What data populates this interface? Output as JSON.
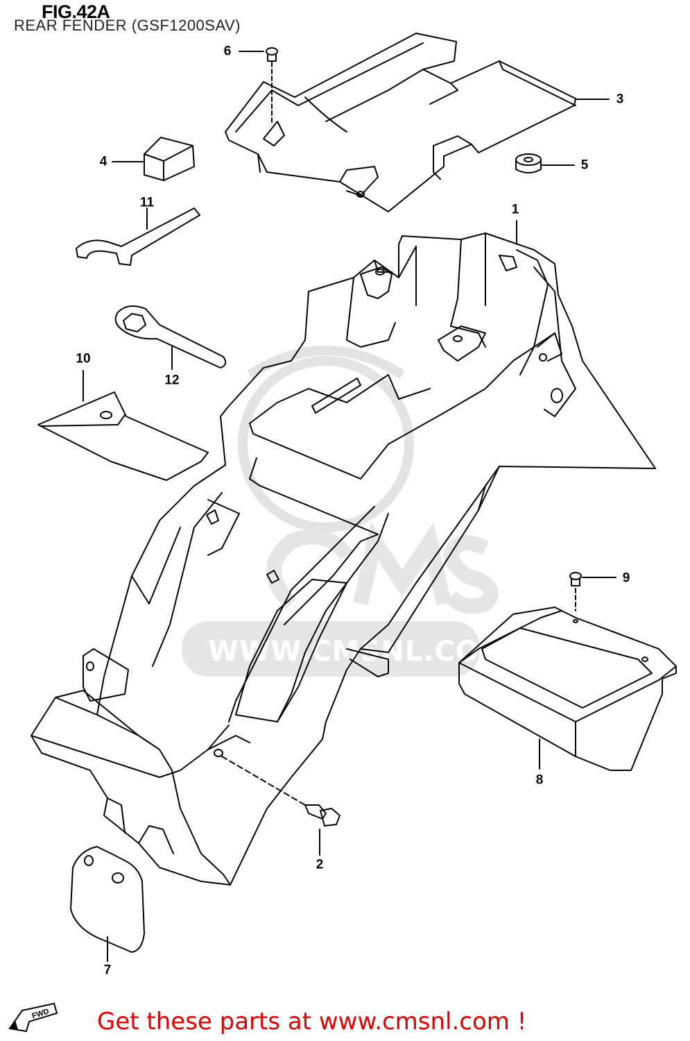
{
  "header": {
    "figure": "FIG.42A",
    "subtitle": "REAR FENDER (GSF1200SAV)"
  },
  "watermark": {
    "brand": "CMS",
    "url": "WWW.CMSNL.COM"
  },
  "callouts": [
    {
      "id": "c1",
      "label": "1"
    },
    {
      "id": "c2",
      "label": "2"
    },
    {
      "id": "c3",
      "label": "3"
    },
    {
      "id": "c4",
      "label": "4"
    },
    {
      "id": "c5",
      "label": "5"
    },
    {
      "id": "c6",
      "label": "6"
    },
    {
      "id": "c7",
      "label": "7"
    },
    {
      "id": "c8",
      "label": "8"
    },
    {
      "id": "c9",
      "label": "9"
    },
    {
      "id": "c10",
      "label": "10"
    },
    {
      "id": "c11",
      "label": "11"
    },
    {
      "id": "c12",
      "label": "12"
    }
  ],
  "footer": {
    "link_text": "Get these parts at www.cmsnl.com !",
    "fwd_label": "FWD",
    "link_color": "#e00000"
  }
}
